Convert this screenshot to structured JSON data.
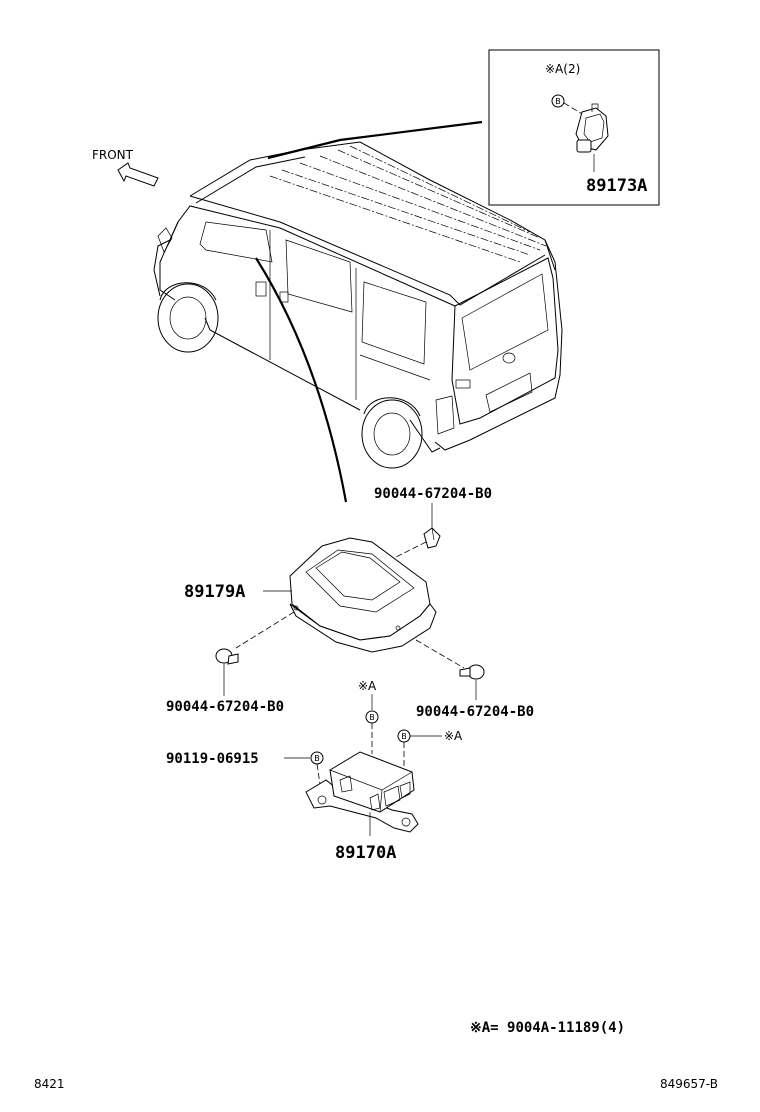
{
  "front_label": "FRONT",
  "inset": {
    "note": "※A(2)",
    "circle_b": "B",
    "part": "89173A"
  },
  "callouts": {
    "clip_top": "90044-67204-B0",
    "cover": "89179A",
    "clip_left": "90044-67204-B0",
    "clip_right": "90044-67204-B0",
    "note_a_top": "※A",
    "note_a_right": "※A",
    "bolt": "90119-06915",
    "module": "89170A",
    "circle_b_top": "B",
    "circle_b_right": "B",
    "circle_b_left": "B"
  },
  "footnote": "※A= 9004A-11189(4)",
  "footer": {
    "left_code": "8421",
    "right_code": "849657-B"
  }
}
